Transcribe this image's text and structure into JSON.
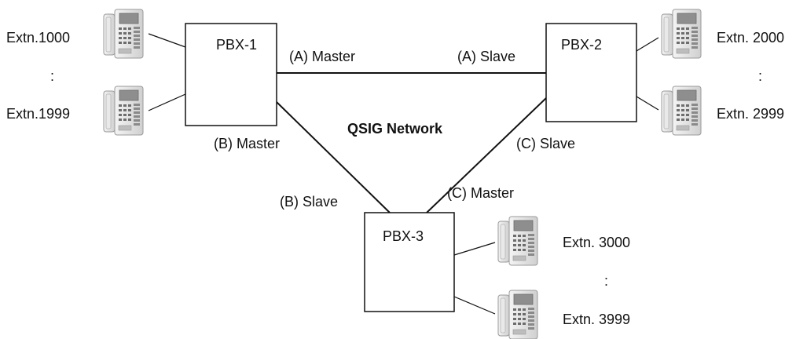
{
  "network": {
    "label": "QSIG Network"
  },
  "pbx": [
    {
      "id": "pbx1",
      "label": "PBX-1"
    },
    {
      "id": "pbx2",
      "label": "PBX-2"
    },
    {
      "id": "pbx3",
      "label": "PBX-3"
    }
  ],
  "links": {
    "a": {
      "pbx1_role": "(A) Master",
      "pbx2_role": "(A) Slave"
    },
    "b": {
      "pbx1_role": "(B) Master",
      "pbx3_role": "(B) Slave"
    },
    "c": {
      "pbx2_role": "(C) Slave",
      "pbx3_role": "(C) Master"
    }
  },
  "extensions": {
    "pbx1": {
      "first": "Extn.1000",
      "ellipsis": ":",
      "last": "Extn.1999"
    },
    "pbx2": {
      "first": "Extn. 2000",
      "ellipsis": ":",
      "last": "Extn. 2999"
    },
    "pbx3": {
      "first": "Extn. 3000",
      "ellipsis": ":",
      "last": "Extn. 3999"
    }
  },
  "icons": {
    "telephone": "telephone-icon"
  }
}
